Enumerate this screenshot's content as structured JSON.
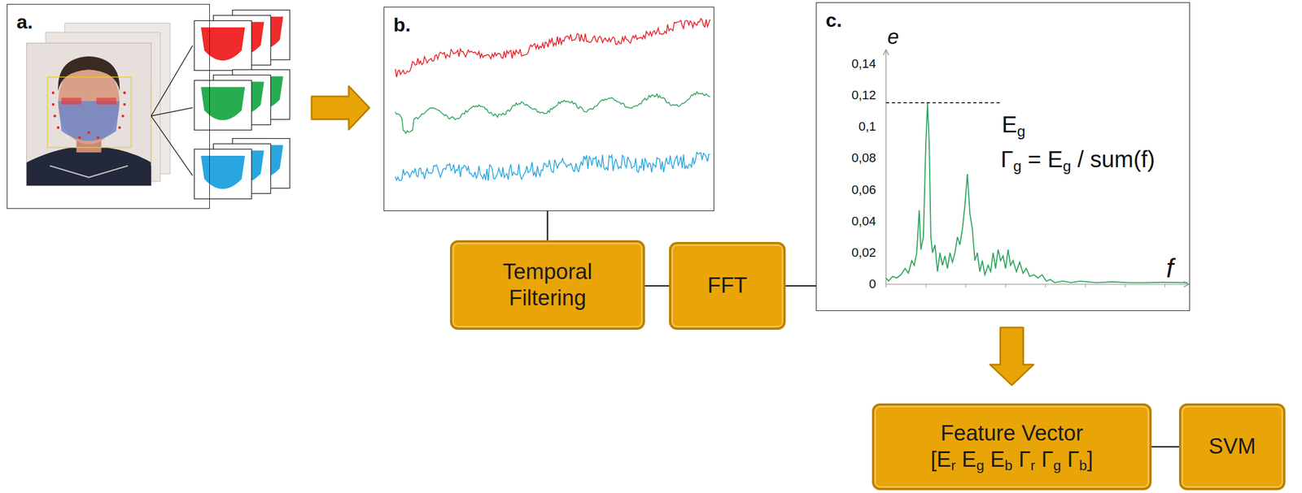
{
  "diagram": {
    "nodes": [
      {
        "text": [
          "a."
        ]
      },
      {
        "text": [
          "b."
        ]
      },
      {
        "text": [
          "c."
        ]
      },
      {
        "text": [
          "Temporal Filtering"
        ]
      },
      {
        "text": [
          "FFT"
        ]
      },
      {
        "text": [
          "Feature Vector",
          "[Er Eg Eb Γr Γg Γb]"
        ]
      },
      {
        "text": [
          "SVM"
        ]
      }
    ],
    "edges": [
      {
        "from": 0,
        "to": 1,
        "arrow": "to"
      },
      {
        "from": 1,
        "to": 3,
        "arrow": "none"
      },
      {
        "from": 3,
        "to": 4,
        "arrow": "none"
      },
      {
        "from": 4,
        "to": 2,
        "arrow": "none"
      },
      {
        "from": 2,
        "to": 5,
        "arrow": "to"
      },
      {
        "from": 5,
        "to": 6,
        "arrow": "none"
      }
    ],
    "labels": [
      "e",
      "0,14",
      "0,12",
      "0,1",
      "0,08",
      "0,06",
      "0,04",
      "0,02",
      "0",
      "Eg",
      "Γg = Eg / sum(f)",
      "f"
    ]
  }
}
